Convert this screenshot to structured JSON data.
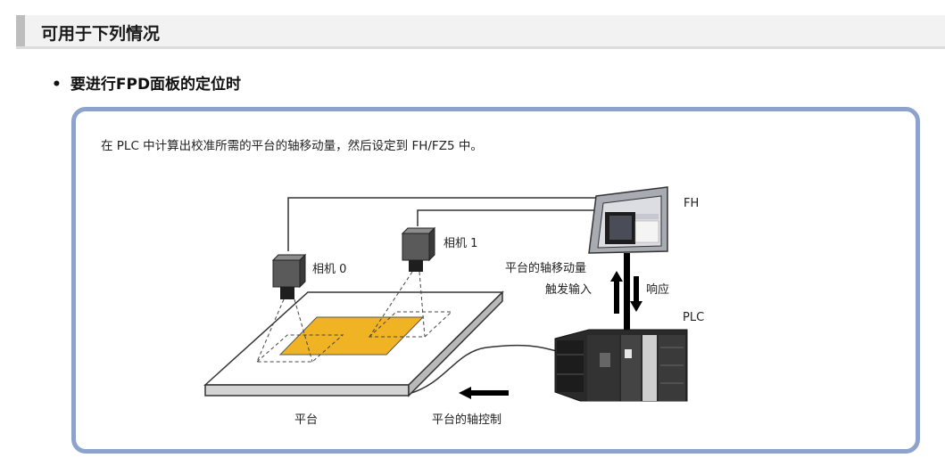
{
  "header": {
    "title": "可用于下列情况"
  },
  "bullet": {
    "symbol": "•",
    "text": "要进行FPD面板的定位时"
  },
  "diagram": {
    "description": "在 PLC 中计算出校准所需的平台的轴移动量，然后设定到 FH/FZ5 中。",
    "labels": {
      "fh": "FH",
      "camera0": "相机 0",
      "camera1": "相机 1",
      "axis_move": "平台的轴移动量",
      "trigger_input": "触发输入",
      "response": "响应",
      "plc": "PLC",
      "stage": "平台",
      "axis_control": "平台的轴控制"
    }
  },
  "colors": {
    "frame_border": "#8ea3cc",
    "panel": "#f0b323",
    "header_bar": "#bdbdbd"
  }
}
